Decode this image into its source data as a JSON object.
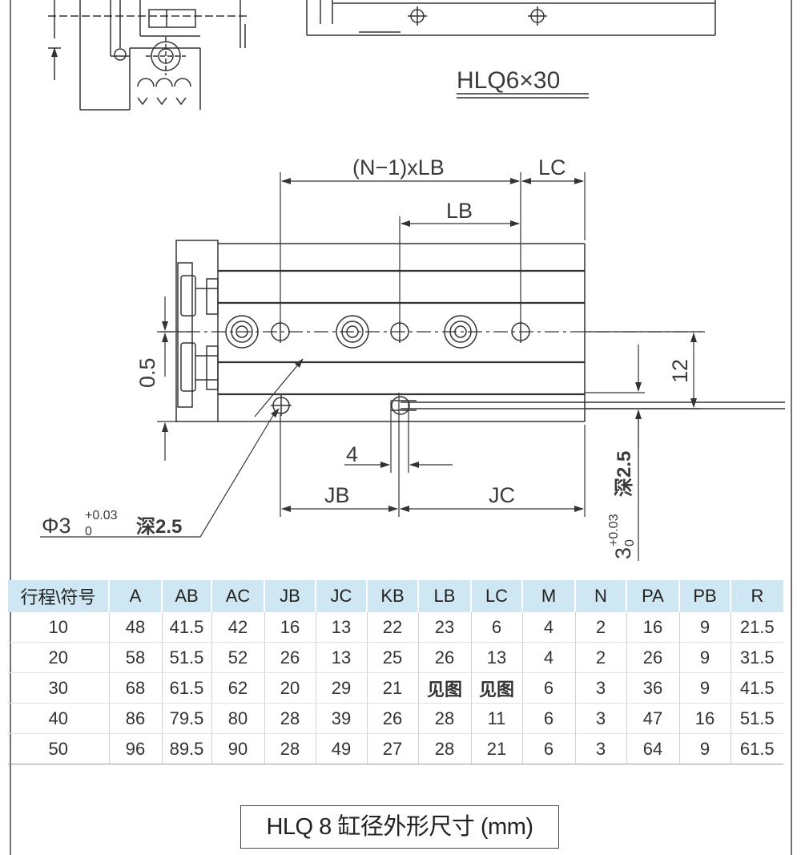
{
  "top_view": {
    "model_label": "HLQ6×30"
  },
  "drawing": {
    "dim_n_minus_1_lb": "(N−1)xLB",
    "dim_lc": "LC",
    "dim_lb": "LB",
    "dim_0_5": "0.5",
    "dim_12": "12",
    "dim_4": "4",
    "dim_jb": "JB",
    "dim_jc": "JC",
    "hole_left": {
      "prefix": "Φ3",
      "tol_upper": "+0.03",
      "tol_lower": "0",
      "depth": "深2.5"
    },
    "hole_right": {
      "prefix": "3",
      "tol_upper": "+0.03",
      "tol_lower": "0",
      "depth": "深2.5"
    }
  },
  "table": {
    "headers": [
      "行程\\符号",
      "A",
      "AB",
      "AC",
      "JB",
      "JC",
      "KB",
      "LB",
      "LC",
      "M",
      "N",
      "PA",
      "PB",
      "R"
    ],
    "rows": [
      [
        "10",
        "48",
        "41.5",
        "42",
        "16",
        "13",
        "22",
        "23",
        "6",
        "4",
        "2",
        "16",
        "9",
        "21.5"
      ],
      [
        "20",
        "58",
        "51.5",
        "52",
        "26",
        "13",
        "25",
        "26",
        "13",
        "4",
        "2",
        "26",
        "9",
        "31.5"
      ],
      [
        "30",
        "68",
        "61.5",
        "62",
        "20",
        "29",
        "21",
        "见图",
        "见图",
        "6",
        "3",
        "36",
        "9",
        "41.5"
      ],
      [
        "40",
        "86",
        "79.5",
        "80",
        "28",
        "39",
        "26",
        "28",
        "11",
        "6",
        "3",
        "47",
        "16",
        "51.5"
      ],
      [
        "50",
        "96",
        "89.5",
        "90",
        "28",
        "49",
        "27",
        "28",
        "21",
        "6",
        "3",
        "64",
        "9",
        "61.5"
      ]
    ]
  },
  "caption": "HLQ 8 缸径外形尺寸 (mm)"
}
